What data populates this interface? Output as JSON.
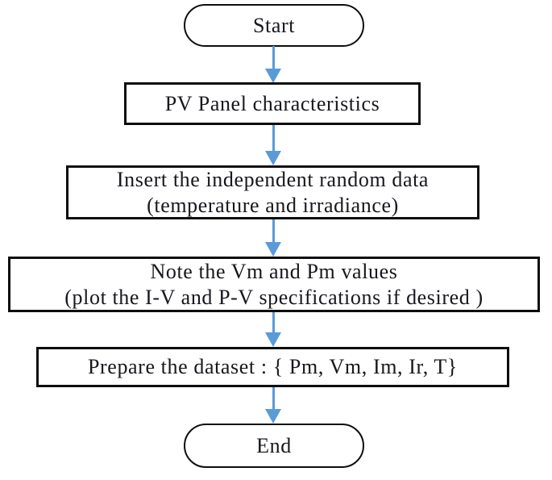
{
  "flowchart": {
    "title": "PV panel dataset preparation flowchart",
    "colors": {
      "arrow": "#5b9bd5",
      "node_border": "#0e0e0e",
      "text": "#17171d",
      "background": "#ffffff"
    },
    "arrows": {
      "direction": "down",
      "count": 5,
      "color": "#5b9bd5"
    },
    "nodes": [
      {
        "id": "start",
        "type": "terminator",
        "label": "Start"
      },
      {
        "id": "pv-panel-characteristics",
        "type": "process",
        "lines": [
          "PV Panel characteristics"
        ]
      },
      {
        "id": "insert-random-data",
        "type": "process",
        "lines": [
          "Insert the independent random data",
          "(temperature and irradiance)"
        ]
      },
      {
        "id": "note-vm-pm-values",
        "type": "process",
        "lines": [
          "Note the Vm and Pm values",
          "(plot the I-V and P-V specifications if desired )"
        ]
      },
      {
        "id": "prepare-dataset",
        "type": "process",
        "lines": [
          "Prepare the dataset : { Pm, Vm, Im, Ir, T}"
        ]
      },
      {
        "id": "end",
        "type": "terminator",
        "label": "End"
      }
    ]
  }
}
